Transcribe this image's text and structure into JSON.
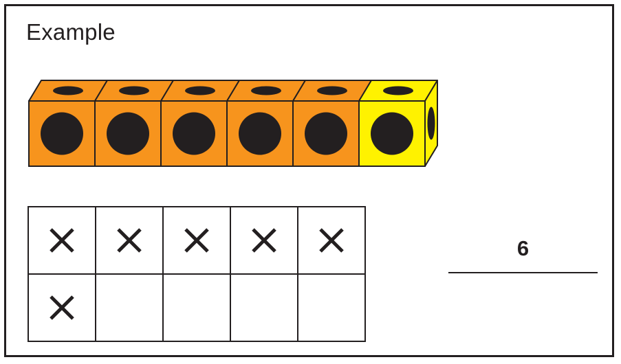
{
  "title": "Example",
  "cubes": {
    "colors": [
      "orange",
      "orange",
      "orange",
      "orange",
      "orange",
      "yellow"
    ],
    "orange_hex": "#f7941d",
    "yellow_hex": "#fff200"
  },
  "ten_frame": {
    "rows": 2,
    "columns": 5,
    "marks": [
      [
        "x",
        "x",
        "x",
        "x",
        "x"
      ],
      [
        "x",
        "",
        "",
        "",
        ""
      ]
    ],
    "mark_icon": "x-mark-icon"
  },
  "answer": "6"
}
